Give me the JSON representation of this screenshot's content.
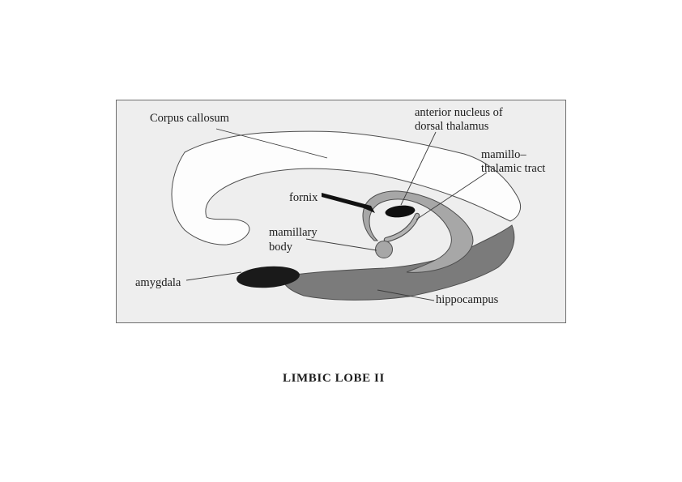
{
  "figure": {
    "caption": "LIMBIC LOBE II",
    "labels": {
      "corpus_callosum": "Corpus callosum",
      "anterior_nucleus_line1": "anterior nucleus of",
      "anterior_nucleus_line2": "dorsal thalamus",
      "mamillothalamic_line1": "mamillo–",
      "mamillothalamic_line2": "thalamic tract",
      "fornix": "fornix",
      "mamillary_line1": "mamillary",
      "mamillary_line2": "body",
      "amygdala": "amygdala",
      "hippocampus": "hippocampus"
    },
    "colors": {
      "page_background": "#ffffff",
      "panel_background": "#eeeeee",
      "panel_border": "#6e6e6e",
      "corpus_callosum_fill": "#fdfdfd",
      "fornix_fill": "#a7a7a7",
      "hippocampus_fill": "#7b7b7b",
      "tract_fill": "#b3b3b3",
      "anterior_nucleus_fill": "#0f0f0f",
      "amygdala_fill": "#1a1a1a",
      "fornix_pointer_fill": "#111111",
      "shape_outline": "#4d4d4d",
      "leader_line": "#3c3c3c",
      "label_text": "#1c1c1c"
    }
  }
}
